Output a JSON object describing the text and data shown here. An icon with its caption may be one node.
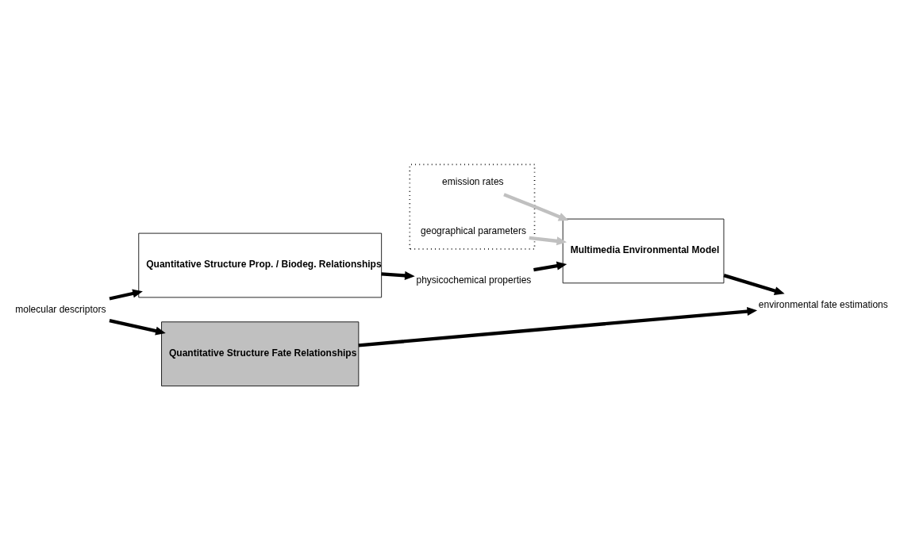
{
  "diagram": {
    "nodes": [
      {
        "text": [],
        "shape": "box"
      },
      {
        "text": [
          "emission rates"
        ],
        "in": 0
      },
      {
        "text": [
          "geographical parameters"
        ],
        "in": 0
      },
      {
        "text": [
          "molecular descriptors"
        ]
      },
      {
        "text": [
          "Quantitative Structure Prop. / Biodeg. Relationships"
        ]
      },
      {
        "text": [
          "physicochemical properties"
        ]
      },
      {
        "text": [
          "Multimedia Environmental Model"
        ]
      },
      {
        "text": [
          "environmental fate estimations"
        ]
      },
      {
        "text": [
          "Quantitative Structure Fate Relationships"
        ]
      }
    ],
    "edges": [
      {
        "from": 1,
        "to": 6,
        "arrow": "to",
        "color": "#c0c0c0"
      },
      {
        "from": 2,
        "to": 6,
        "arrow": "to",
        "color": "#c0c0c0"
      },
      {
        "from": 3,
        "to": 4,
        "arrow": "to"
      },
      {
        "from": 4,
        "to": 5,
        "arrow": "to"
      },
      {
        "from": 5,
        "to": 6,
        "arrow": "to"
      },
      {
        "from": 6,
        "to": 7,
        "arrow": "to"
      },
      {
        "from": 3,
        "to": 8,
        "arrow": "to"
      },
      {
        "from": 8,
        "to": 7,
        "arrow": "to"
      }
    ]
  }
}
